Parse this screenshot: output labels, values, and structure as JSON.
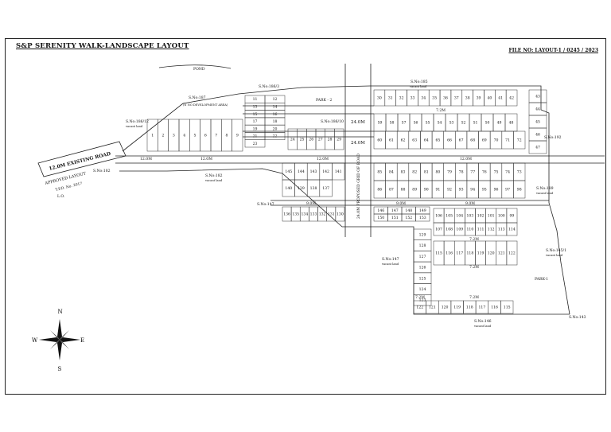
{
  "header": {
    "title": "S&P SERENITY WALK-LANDSCAPE LAYOUT",
    "file_no": "FILE NO: LAYOUT-1 / 0245 / 2023"
  },
  "labels": {
    "pond": "POND",
    "existing_road": "12.0M  EXISTING  ROAD",
    "approved_layout": "APPROVED LAYOUT",
    "tpd_no": "T.P.D. No.   2017",
    "lo": "L.O.",
    "proposed_road": "24.0M PROPOSED GRID OF ROAD",
    "park2": "PARK - 2",
    "park1": "PARK-1",
    "no_dev": "(N NO DEVELOPMENT AREA)",
    "r24a": "24.0M",
    "r24b": "24.0M",
    "r12a": "12.0M",
    "r12b": "12.0M",
    "r12c": "12.0M",
    "r12d": "12.0M",
    "r9a": "9.0M",
    "r9b": "9.0M",
    "r9c": "9.0M",
    "r72a": "7.2M",
    "r72b": "7.2M",
    "r72c": "7.2M",
    "r72d": "7.2M",
    "r72e": "7.2M",
    "sn_186_3": "S.No:186/3",
    "sn_187": "S.No:187",
    "sn_185": "S.No:185",
    "sn_186_12": "S.No:186/12",
    "sn_186_10": "S.No:186/10",
    "sn_182a": "S.No:182",
    "sn_182b": "S.No:182",
    "sn_147a": "S.No:147",
    "sn_147b": "S.No:147",
    "sn_192": "S.No:192",
    "sn_189": "S.No:189",
    "sn_145_1": "S.No:145/1",
    "sn_146": "S.No:146",
    "sn_143": "S.No:143",
    "vacant": "vacant land",
    "compass_n": "N",
    "compass_s": "S",
    "compass_e": "E",
    "compass_w": "W"
  },
  "plots": {
    "wedge": [
      "1",
      "2",
      "3",
      "4",
      "5",
      "6",
      "7",
      "8",
      "9"
    ],
    "upper_left": [
      "11",
      "12",
      "13",
      "14",
      "15",
      "16",
      "17",
      "18",
      "19",
      "20",
      "21",
      "22",
      "23"
    ],
    "upper_mid": [
      "24",
      "25",
      "26",
      "27",
      "28",
      "29"
    ],
    "row_top": [
      "30",
      "31",
      "32",
      "33",
      "34",
      "35",
      "36",
      "37",
      "38",
      "39",
      "40",
      "41",
      "42"
    ],
    "right_col": [
      "43",
      "44",
      "45",
      "46",
      "47"
    ],
    "row_b_upper": [
      "59",
      "58",
      "57",
      "56",
      "55",
      "54",
      "53",
      "52",
      "51",
      "50",
      "49",
      "48"
    ],
    "row_b_lower": [
      "60",
      "61",
      "62",
      "63",
      "64",
      "65",
      "66",
      "67",
      "68",
      "69",
      "70",
      "71",
      "72"
    ],
    "row_c_upper": [
      "85",
      "84",
      "83",
      "82",
      "81",
      "80",
      "79",
      "78",
      "77",
      "76",
      "75",
      "74",
      "73"
    ],
    "row_c_lower": [
      "86",
      "87",
      "88",
      "89",
      "90",
      "91",
      "92",
      "93",
      "94",
      "95",
      "96",
      "97",
      "98"
    ],
    "row_d_upper": [
      "106",
      "105",
      "104",
      "103",
      "102",
      "101",
      "100",
      "99"
    ],
    "row_d_lower": [
      "107",
      "108",
      "109",
      "110",
      "111",
      "112",
      "113",
      "114"
    ],
    "center": [
      "145",
      "144",
      "143",
      "142",
      "141",
      "140",
      "139",
      "138",
      "137"
    ],
    "lower_left": [
      "136",
      "135",
      "134",
      "133",
      "132",
      "131",
      "130"
    ],
    "west_col": [
      "129",
      "128",
      "127",
      "126",
      "125",
      "124",
      "123"
    ],
    "grid_upper": [
      "115",
      "116",
      "117",
      "118",
      "119",
      "120",
      "121",
      "122"
    ],
    "bottom_row": [
      "122",
      "121",
      "120",
      "119",
      "118",
      "117",
      "116",
      "115"
    ],
    "misc": [
      "146",
      "147",
      "148",
      "149",
      "150",
      "151",
      "152",
      "153"
    ]
  }
}
